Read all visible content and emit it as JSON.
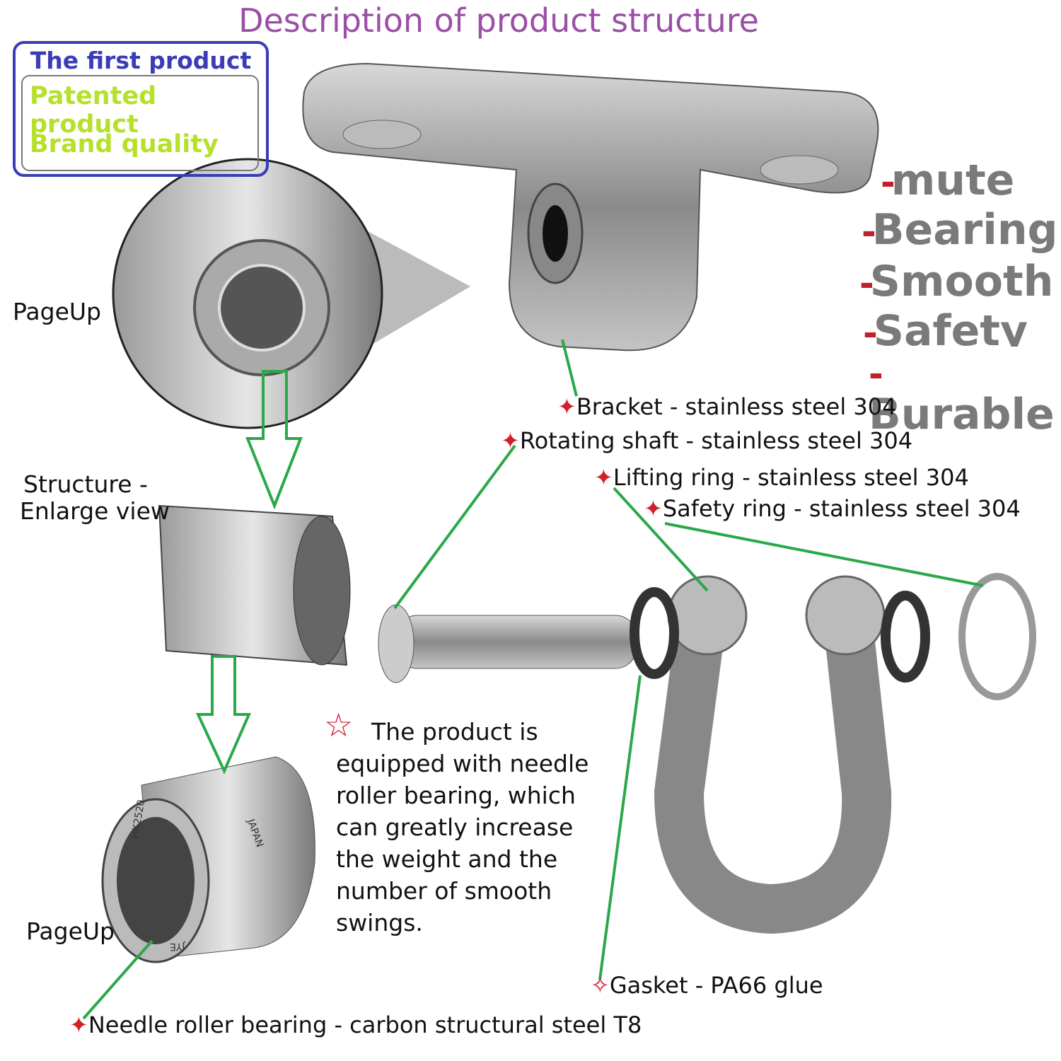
{
  "title": "Description of product structure",
  "badge": {
    "heading": "The first product",
    "lines": [
      "Patented product",
      "Brand quality"
    ]
  },
  "features": [
    "mute",
    "Bearing",
    "Smooth",
    "Safety",
    "Burable"
  ],
  "side_labels": {
    "pageup_top": "PageUp",
    "structure": "Structure -",
    "enlarge": "Enlarge view",
    "pageup_bottom": "PageUp"
  },
  "parts": [
    {
      "name": "Bracket",
      "material": "stainless steel 304"
    },
    {
      "name": "Rotating shaft",
      "material": "stainless steel 304"
    },
    {
      "name": "Lifting ring",
      "material": "stainless steel 304"
    },
    {
      "name": "Safety ring",
      "material": "stainless steel 304"
    },
    {
      "name": "Gasket",
      "material": "PA66 glue"
    },
    {
      "name": "Needle roller bearing",
      "material": "carbon structural steel T8"
    }
  ],
  "description": {
    "star_icon": "star-outline-icon",
    "lines": [
      "The product is",
      "equipped with needle",
      "roller bearing, which",
      "can greatly increase",
      "the weight and the",
      "number of smooth",
      "swings."
    ]
  },
  "bearing_markings": [
    "HK2520",
    "JAPAN",
    "JYE"
  ],
  "colors": {
    "title": "#9b4fa6",
    "badge": "#3a3db5",
    "highlight": "#b6e02a",
    "feature": "#7a7a7a",
    "leader": "#2aa84a",
    "marker": "#d0202a"
  }
}
